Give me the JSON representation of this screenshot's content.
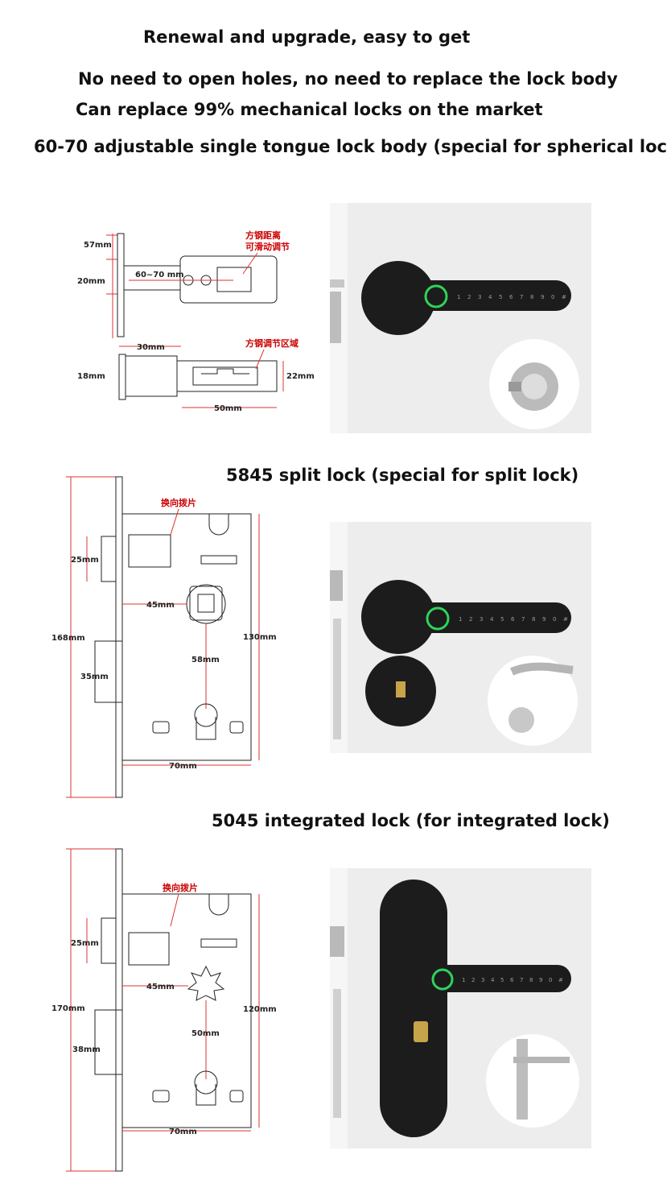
{
  "headlines": {
    "line1": "Renewal and upgrade, easy to get",
    "line2": "No need to open holes, no need to replace the lock body",
    "line3": "Can replace 99% mechanical locks on the market",
    "line4": "60-70 adjustable single tongue lock body (special for spherical loc"
  },
  "sections": [
    {
      "title": "",
      "diagram": {
        "dim_57": "57mm",
        "dim_20": "20mm",
        "dim_6070": "60~70 mm",
        "note_top_1": "方钢距离",
        "note_top_2": "可滑动调节",
        "dim_30": "30mm",
        "dim_18": "18mm",
        "dim_22": "22mm",
        "dim_50": "50mm",
        "note_bottom": "方钢调节区域"
      },
      "keypad": [
        "1",
        "2",
        "3",
        "4",
        "5",
        "6",
        "7",
        "8",
        "9",
        "0",
        "#"
      ]
    },
    {
      "title": "5845 split lock (special for split lock)",
      "diagram": {
        "note": "换向拨片",
        "dim_25": "25mm",
        "dim_45": "45mm",
        "dim_168": "168mm",
        "dim_130": "130mm",
        "dim_58": "58mm",
        "dim_35": "35mm",
        "dim_70": "70mm"
      }
    },
    {
      "title": "5045 integrated lock (for integrated lock)",
      "diagram": {
        "note": "换向拨片",
        "dim_25": "25mm",
        "dim_45": "45mm",
        "dim_170": "170mm",
        "dim_120": "120mm",
        "dim_50": "50mm",
        "dim_38": "38mm",
        "dim_70": "70mm"
      }
    }
  ],
  "colors": {
    "dimension_red": "#d33",
    "lock_black": "#1c1c1c",
    "fingerprint_green": "#2fd35a",
    "door_frame": "#f4f4f4"
  }
}
